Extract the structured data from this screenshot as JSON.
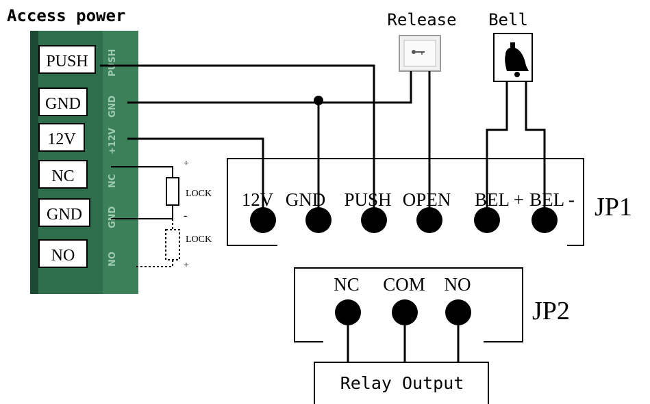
{
  "header": {
    "title": "Access power"
  },
  "panel": {
    "terminals": [
      "PUSH",
      "GND",
      "12V",
      "NC",
      "GND",
      "NO"
    ],
    "silk": [
      "PUSH",
      "GND",
      "+12V",
      "NC",
      "GND",
      "NO"
    ]
  },
  "devices": {
    "release": "Release",
    "bell": "Bell"
  },
  "lock": {
    "label_top": "LOCK",
    "label_bottom": "LOCK",
    "plus": "+",
    "minus": "-",
    "plus2": "+"
  },
  "jp1": {
    "name": "JP1",
    "pins": [
      "12V",
      "GND",
      "PUSH",
      "OPEN",
      "BEL +",
      "BEL -"
    ]
  },
  "jp2": {
    "name": "JP2",
    "pins": [
      "NC",
      "COM",
      "NO"
    ]
  },
  "relay": {
    "label": "Relay Output"
  },
  "colors": {
    "panel_green": "#2f6e4c",
    "panel_dark": "#1d4a33"
  }
}
